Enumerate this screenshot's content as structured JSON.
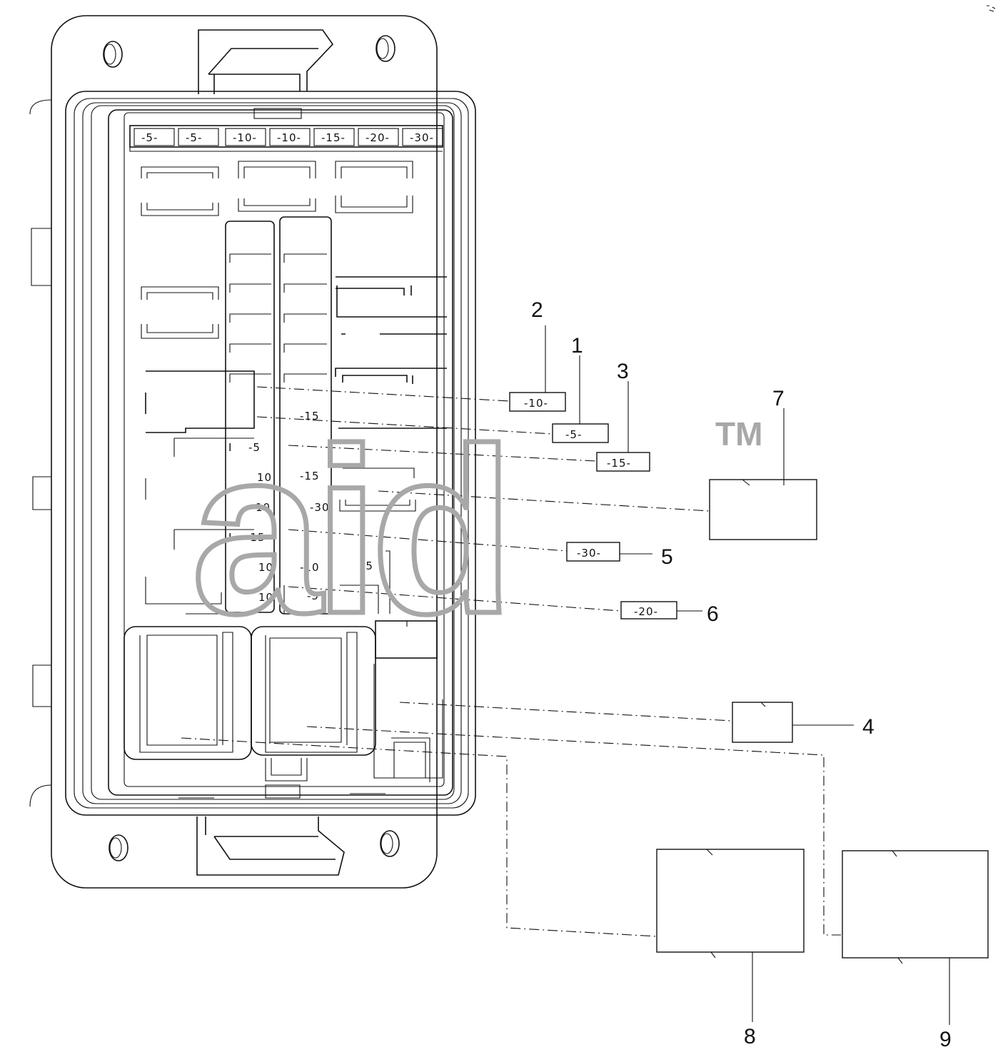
{
  "diagram": {
    "fuse_row_labels": [
      "-5-",
      "-5-",
      "-10-",
      "-10-",
      "-15-",
      "-20-",
      "-30-"
    ],
    "box_fuse_labels": [
      "-15",
      "-5",
      "-15",
      "-30",
      "-15",
      "-10",
      "-5",
      "-5"
    ],
    "box_side_labels": [
      "I",
      "10",
      "10",
      "I",
      "10",
      "10"
    ],
    "parts": [
      {
        "callout": "1",
        "fuse_label": "-5-"
      },
      {
        "callout": "2",
        "fuse_label": "-10-"
      },
      {
        "callout": "3",
        "fuse_label": "-15-"
      },
      {
        "callout": "4",
        "fuse_label": ""
      },
      {
        "callout": "5",
        "fuse_label": "-30-"
      },
      {
        "callout": "6",
        "fuse_label": "-20-"
      },
      {
        "callout": "7",
        "fuse_label": ""
      },
      {
        "callout": "8",
        "fuse_label": ""
      },
      {
        "callout": "9",
        "fuse_label": ""
      }
    ]
  },
  "watermark": {
    "text": "aid",
    "trademark": "TM"
  }
}
